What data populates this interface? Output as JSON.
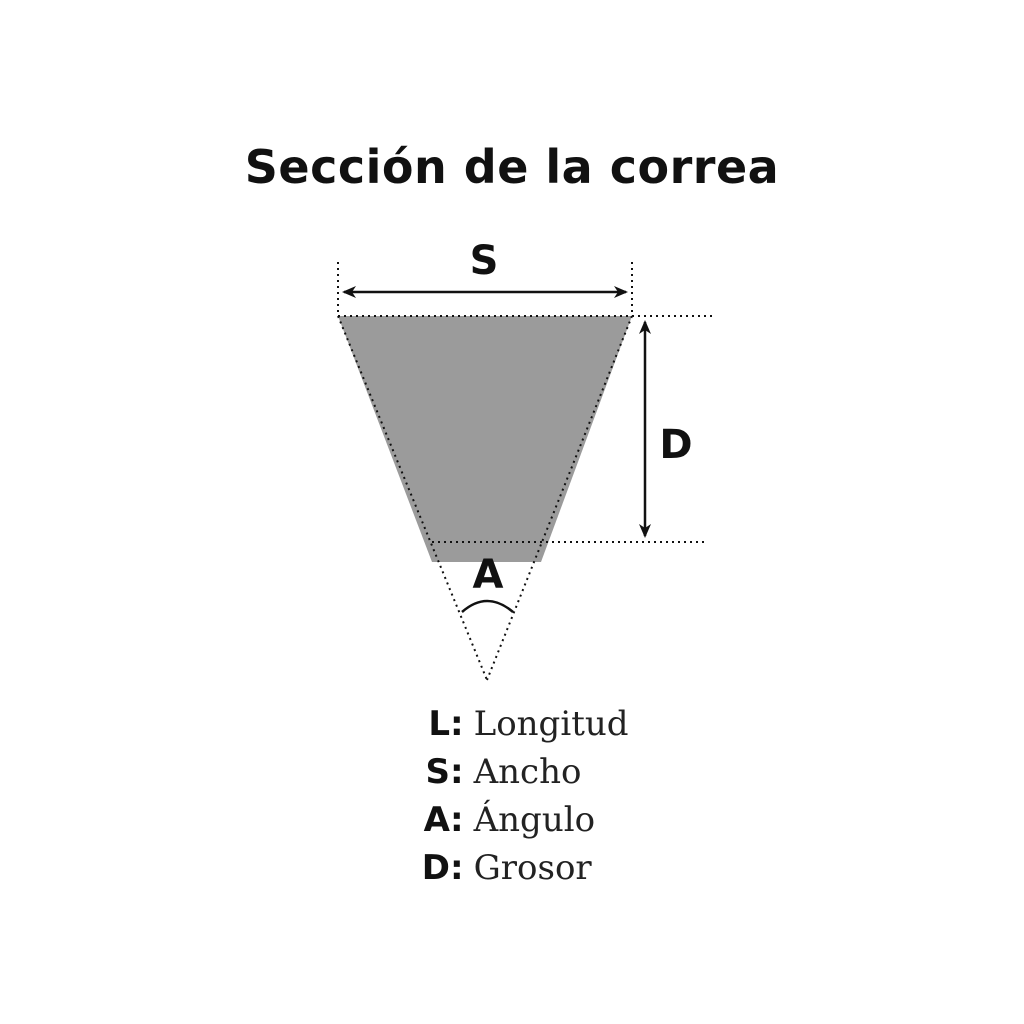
{
  "title": "Sección de la correa",
  "labels": {
    "width": "S",
    "depth": "D",
    "angle": "A"
  },
  "legend": [
    {
      "key": "L",
      "sep": ":",
      "text": "Longitud"
    },
    {
      "key": "S",
      "sep": ":",
      "text": "Ancho"
    },
    {
      "key": "A",
      "sep": ":",
      "text": "Ángulo"
    },
    {
      "key": "D",
      "sep": ":",
      "text": "Grosor"
    }
  ],
  "colors": {
    "belt_fill": "#9b9b9b",
    "lines": "#111111"
  }
}
